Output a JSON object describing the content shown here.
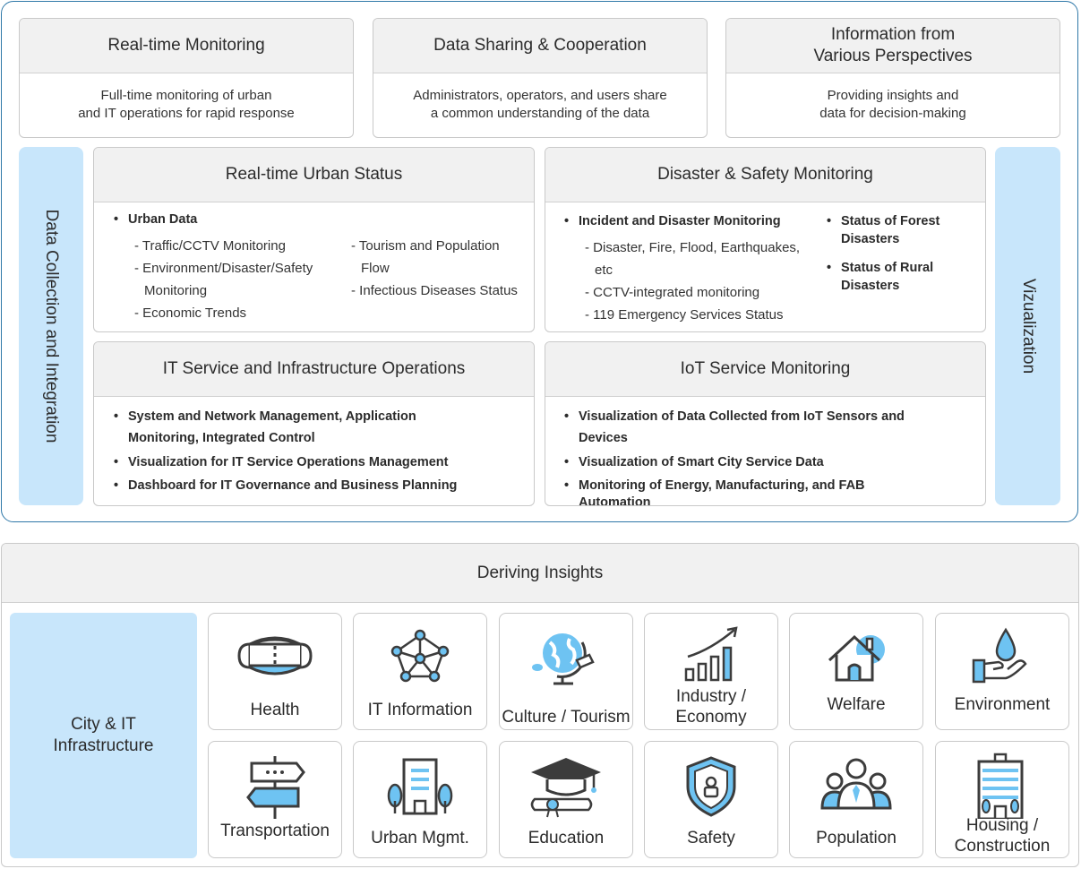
{
  "top_boxes": [
    {
      "title": "Real-time Monitoring",
      "lines": [
        "Full-time monitoring of urban",
        "and IT operations for rapid response"
      ]
    },
    {
      "title": "Data Sharing & Cooperation",
      "lines": [
        "Administrators, operators, and users share",
        "a common understanding of the data"
      ]
    },
    {
      "title_lines": [
        "Information from",
        "Various Perspectives"
      ],
      "lines": [
        "Providing insights and",
        "data for decision-making"
      ]
    }
  ],
  "left_bar": "Data Collection and Integration",
  "right_bar": "Vizualization",
  "urban_status": {
    "title": "Real-time Urban Status",
    "bullet": "Urban Data",
    "col1": [
      "- Traffic/CCTV Monitoring",
      "- Environment/Disaster/Safety Monitoring",
      "- Economic Trends"
    ],
    "col2": [
      "- Tourism and Population Flow",
      "- Infectious Diseases Status"
    ]
  },
  "disaster": {
    "title": "Disaster & Safety Monitoring",
    "bullet": "Incident and Disaster Monitoring",
    "subs": [
      "- Disaster, Fire, Flood, Earthquakes, etc",
      "- CCTV-integrated monitoring",
      "- 119 Emergency Services Status"
    ],
    "right_bullets": [
      "Status of Forest Disasters",
      "Status of Rural Disasters"
    ]
  },
  "it_service": {
    "title": "IT Service and Infrastructure Operations",
    "bullets": [
      "System and Network Management, Application Monitoring, Integrated Control",
      "Visualization for IT Service Operations Management",
      "Dashboard for IT Governance and Business Planning"
    ]
  },
  "iot": {
    "title": "IoT Service Monitoring",
    "bullets": [
      "Visualization of Data Collected from IoT Sensors and Devices",
      "Visualization of Smart City Service Data",
      "Monitoring of Energy, Manufacturing, and FAB Automation"
    ]
  },
  "insights": {
    "title": "Deriving Insights",
    "city": [
      "City & IT",
      "Infrastructure"
    ],
    "tiles": [
      {
        "label": "Health",
        "icon": "mask-icon"
      },
      {
        "label": "IT Information",
        "icon": "network-icon"
      },
      {
        "label": "Culture / Tourism",
        "icon": "globe-icon"
      },
      {
        "label": "Industry / Economy",
        "icon": "growth-chart-icon"
      },
      {
        "label": "Welfare",
        "icon": "house-icon"
      },
      {
        "label": "Environment",
        "icon": "hand-water-icon"
      },
      {
        "label": "Transportation",
        "icon": "signpost-icon"
      },
      {
        "label": "Urban Mgmt.",
        "icon": "building-trees-icon"
      },
      {
        "label": "Education",
        "icon": "graduation-icon"
      },
      {
        "label": "Safety",
        "icon": "shield-icon"
      },
      {
        "label": "Population",
        "icon": "people-icon"
      },
      {
        "label": "Housing / Construction",
        "icon": "apartment-icon"
      }
    ]
  },
  "colors": {
    "accent_light": "#c8e6fb",
    "accent_dark": "#2f78a8",
    "icon_blue": "#6ec3f2",
    "icon_line": "#3c3c3c"
  }
}
